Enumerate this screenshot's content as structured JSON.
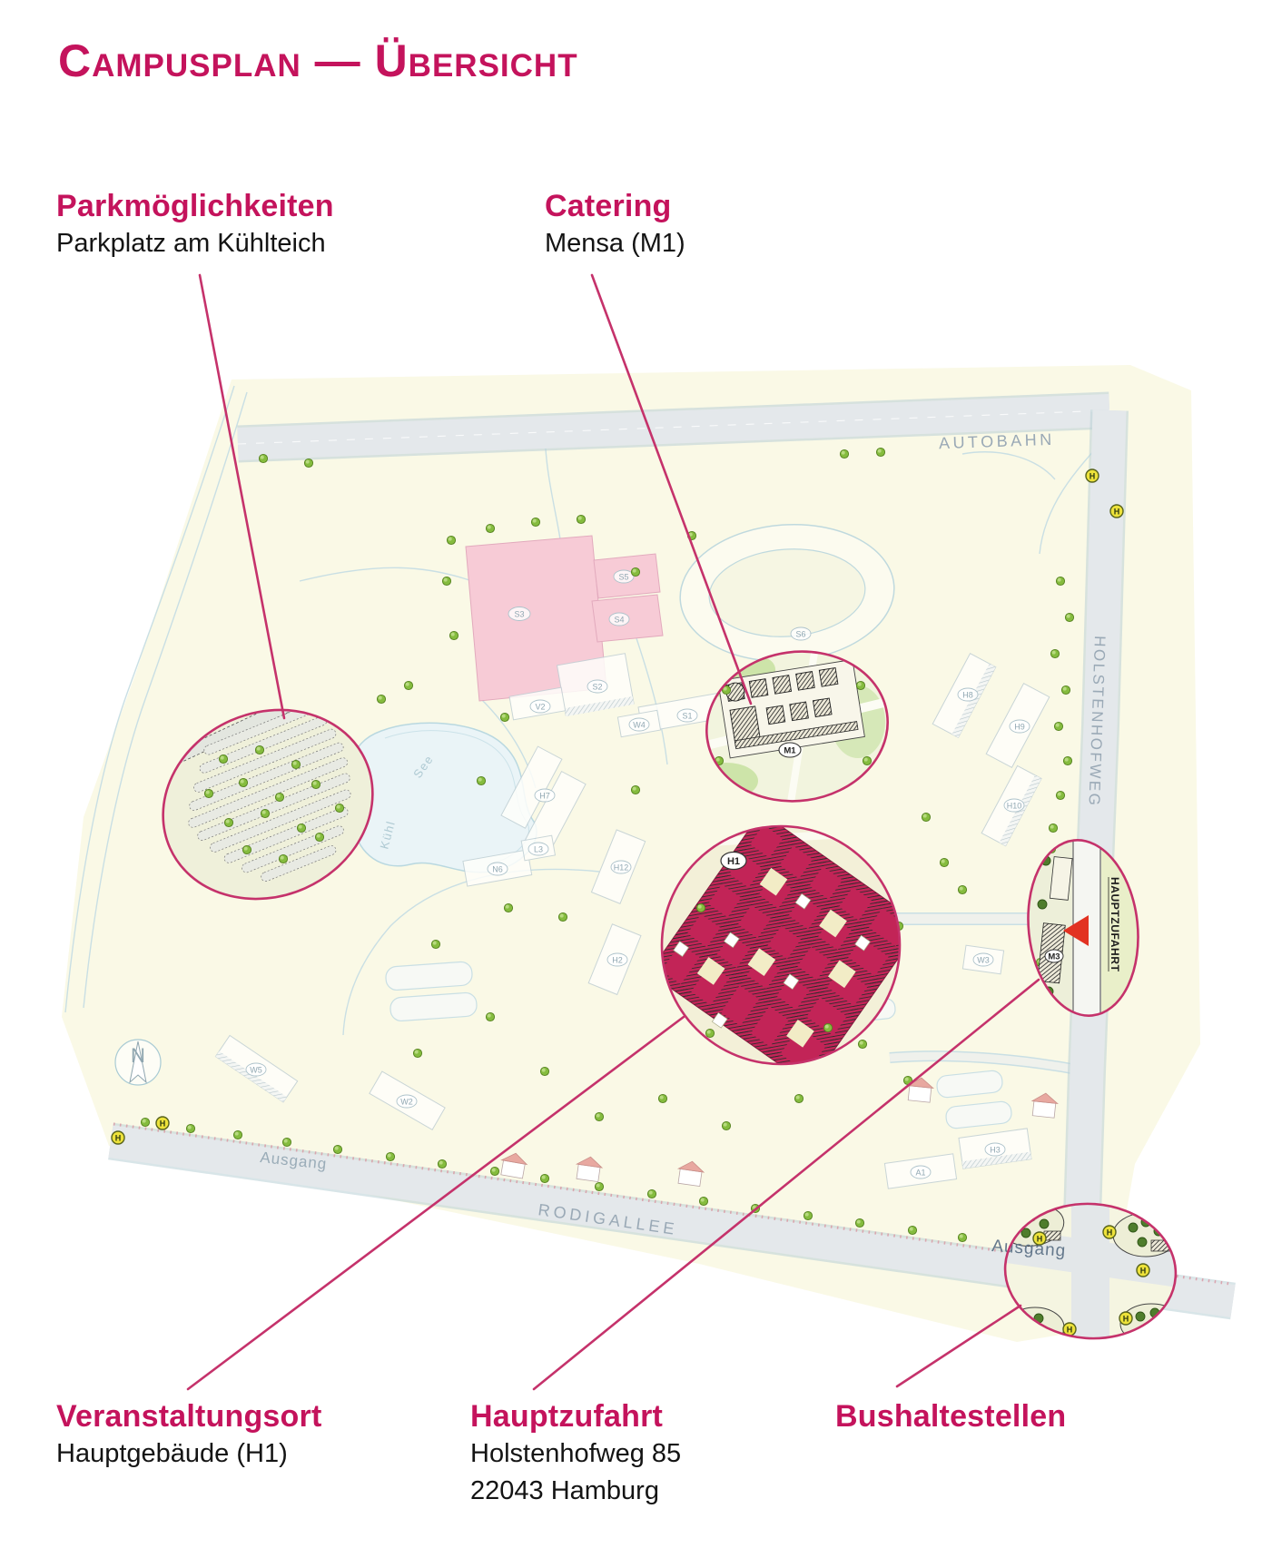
{
  "title": "Campusplan — Übersicht",
  "callouts": {
    "parking": {
      "heading": "Parkmöglichkeiten",
      "detail": "Parkplatz am Kühlteich"
    },
    "catering": {
      "heading": "Catering",
      "detail": "Mensa (M1)"
    },
    "venue": {
      "heading": "Veranstaltungsort",
      "detail": "Hauptgebäude (H1)"
    },
    "access": {
      "heading": "Hauptzufahrt",
      "address_line1": "Holstenhofweg 85",
      "address_line2": "22043 Hamburg"
    },
    "bus": {
      "heading": "Bushaltestellen"
    }
  },
  "map": {
    "roads": {
      "autobahn": "AUTOBAHN",
      "holstenhofweg": "HOLSTENHOFWEG",
      "rodigallee": "RODIGALLEE"
    },
    "labels": {
      "main_access_road": "HAUPTZUFAHRT",
      "exit_left": "Ausgang",
      "exit_right": "Ausgang",
      "pond_see": "See",
      "pond_kuehl": "Kühl",
      "compass_north": "N",
      "bus_stop_sign": "H"
    },
    "buildings": {
      "h1": "H1",
      "m1": "M1",
      "m3": "M3",
      "s1": "S1",
      "s2": "S2",
      "s3": "S3",
      "s4": "S4",
      "s5": "S5",
      "s6": "S6",
      "v2": "V2",
      "w2": "W2",
      "w3": "W3",
      "w4": "W4",
      "w5": "W5",
      "h2": "H2",
      "h3": "H3",
      "h7": "H7",
      "h8": "H8",
      "h9": "H9",
      "h10": "H10",
      "h12": "H12",
      "n6": "N6",
      "l3": "L3",
      "a1": "A1"
    },
    "colors": {
      "accent_pink": "#C4135C",
      "callout_pink": "#C5326B",
      "map_cream": "#FAF9E6",
      "road_gray": "#E4E8EB",
      "main_building_crimson": "#C22457",
      "tree_green": "#85BC3E",
      "bus_badge_yellow": "#EDE23A",
      "pond_blue": "#EAF4F7",
      "sports_field_pink": "#F7CBD6",
      "arrow_red": "#E23222"
    }
  }
}
